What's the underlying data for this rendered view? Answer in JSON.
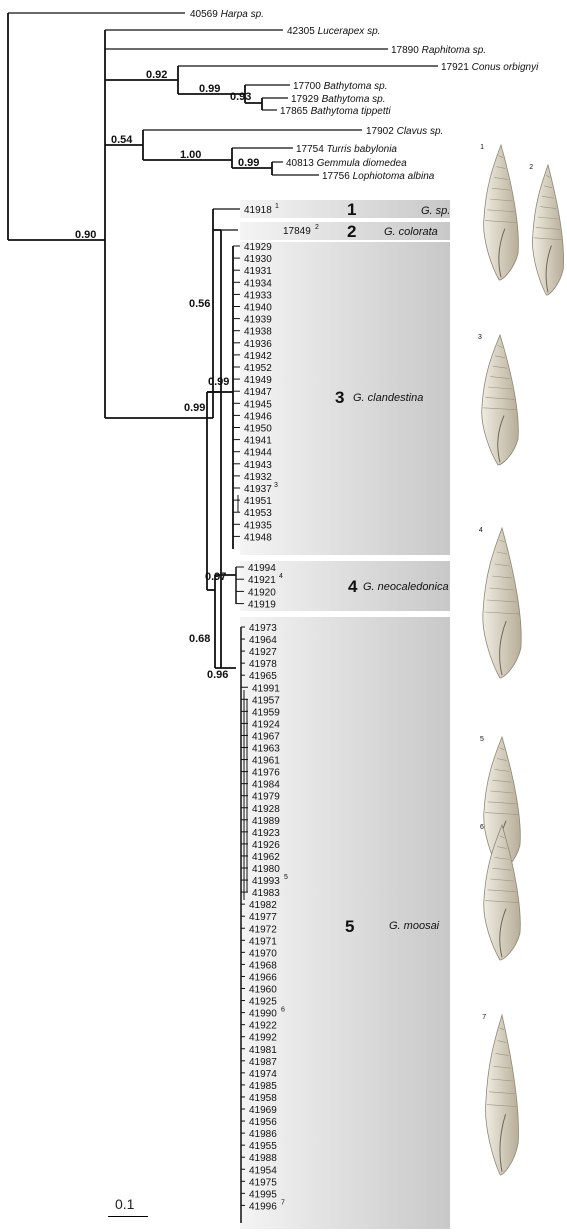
{
  "taxa": {
    "harpa": {
      "id": "40569",
      "name": "Harpa sp."
    },
    "lucerapex": {
      "id": "42305",
      "name": "Lucerapex sp."
    },
    "raphitoma": {
      "id": "17890",
      "name": "Raphitoma sp."
    },
    "conus": {
      "id": "17921",
      "name": "Conus orbignyi"
    },
    "bathytoma1": {
      "id": "17700",
      "name": "Bathytoma sp."
    },
    "bathytoma2": {
      "id": "17929",
      "name": "Bathytoma sp."
    },
    "bathytoma3": {
      "id": "17865",
      "name": "Bathytoma tippetti"
    },
    "clavus": {
      "id": "17902",
      "name": "Clavus sp."
    },
    "turris": {
      "id": "17754",
      "name": "Turris babylonia"
    },
    "gemmula": {
      "id": "40813",
      "name": "Gemmula diomedea"
    },
    "lophiotoma": {
      "id": "17756",
      "name": "Lophiotoma albina"
    }
  },
  "support": {
    "root": "0.90",
    "conoid": "0.92",
    "bathy": "0.99",
    "bathy_inner": "0.93",
    "turrid": "0.54",
    "turrid_inner": "1.00",
    "gemmula": "0.99",
    "ingroup": "0.99",
    "clade3a": "0.56",
    "clade3b": "0.99",
    "clade4": "0.97",
    "clade45": "0.68",
    "clade5": "0.96"
  },
  "clades": [
    {
      "num": "1",
      "name": "G. sp."
    },
    {
      "num": "2",
      "name": "G. colorata"
    },
    {
      "num": "3",
      "name": "G. clandestina"
    },
    {
      "num": "4",
      "name": "G. neocaledonica"
    },
    {
      "num": "5",
      "name": "G. moosai"
    }
  ],
  "clade1_leaves": [
    {
      "id": "41918",
      "sup": "1"
    }
  ],
  "clade2_leaves": [
    {
      "id": "17849",
      "sup": "2"
    }
  ],
  "clade3_leaves": [
    "41929",
    "41930",
    "41931",
    "41934",
    "41933",
    "41940",
    "41939",
    "41938",
    "41936",
    "41942",
    "41952",
    "41949",
    "41947",
    "41945",
    "41946",
    "41950",
    "41941",
    "41944",
    "41943",
    "41932",
    "41937",
    "41951",
    "41953",
    "41935",
    "41948"
  ],
  "clade3_sup": {
    "41937": "3"
  },
  "clade4_leaves": [
    "41994",
    "41921",
    "41920",
    "41919"
  ],
  "clade4_sup": {
    "41921": "4"
  },
  "clade5_leaves": [
    "41973",
    "41964",
    "41927",
    "41978",
    "41965",
    "41991",
    "41957",
    "41959",
    "41924",
    "41967",
    "41963",
    "41961",
    "41976",
    "41984",
    "41979",
    "41928",
    "41989",
    "41923",
    "41926",
    "41962",
    "41980",
    "41993",
    "41983",
    "41982",
    "41977",
    "41972",
    "41971",
    "41970",
    "41968",
    "41966",
    "41960",
    "41925",
    "41990",
    "41922",
    "41992",
    "41981",
    "41987",
    "41974",
    "41985",
    "41958",
    "41969",
    "41956",
    "41986",
    "41955",
    "41988",
    "41954",
    "41975",
    "41995",
    "41996"
  ],
  "clade5_sup": {
    "41993": "5",
    "41990": "6",
    "41996": "7"
  },
  "shell_labels": [
    "1",
    "2",
    "3",
    "4",
    "5",
    "6",
    "7"
  ],
  "scale_label": "0.1",
  "colors": {
    "branch": "#111111",
    "clade_box": "#d9d9d9",
    "clade_box_light": "#e8e8e8"
  }
}
